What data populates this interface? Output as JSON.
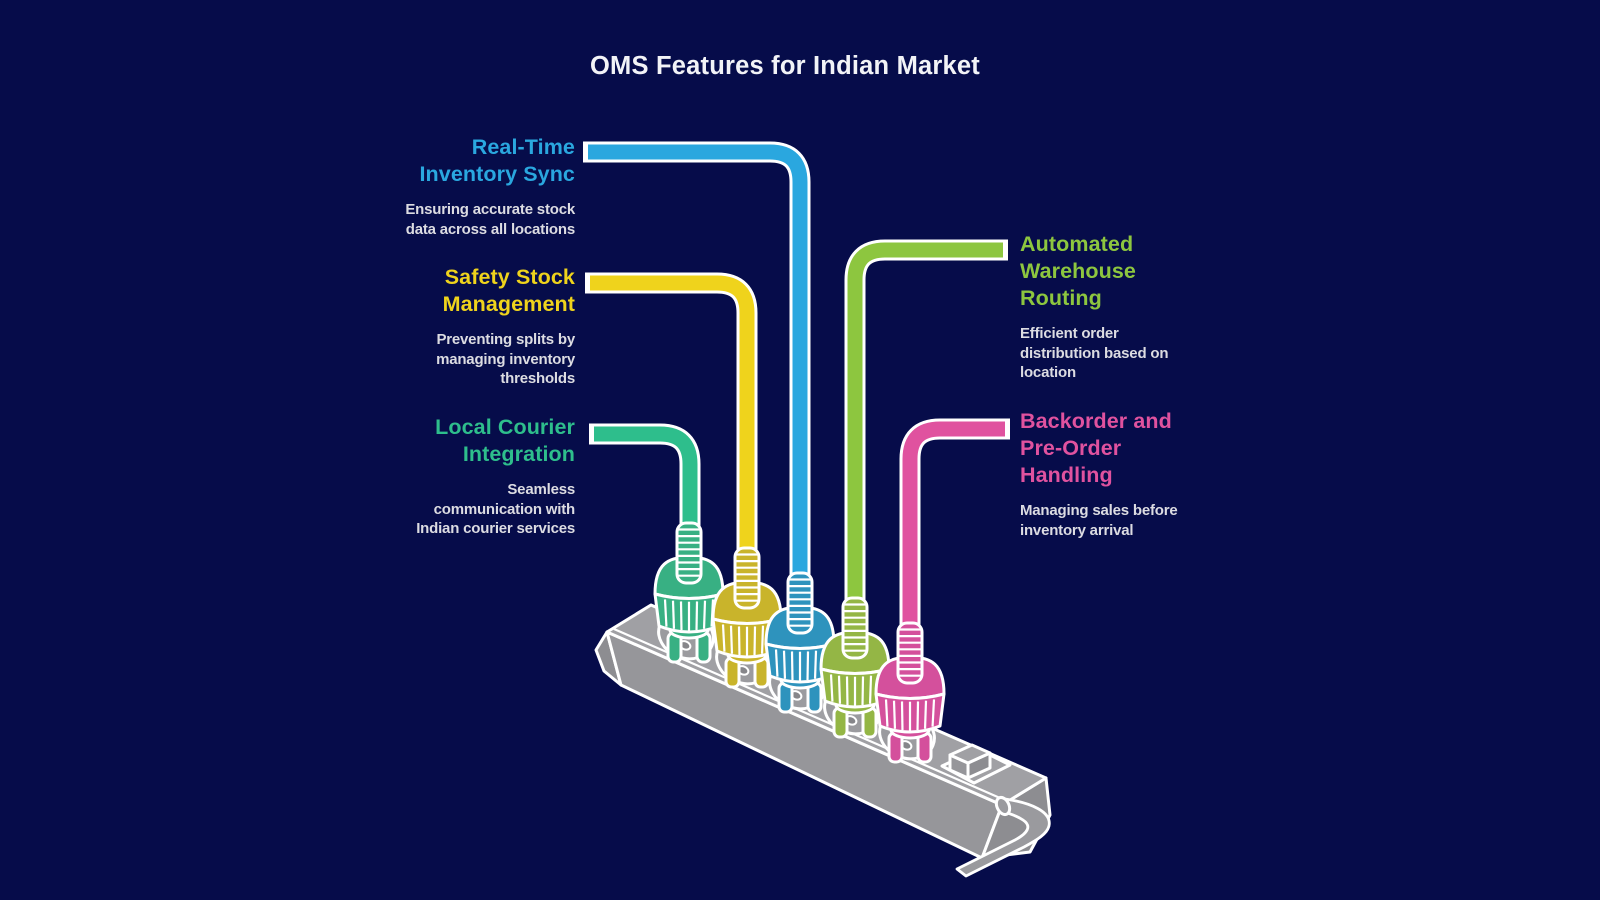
{
  "title": "OMS Features for Indian Market",
  "colors": {
    "background": "#060c4a",
    "title_text": "#f2f3f7",
    "description_text": "#dcdce2",
    "outline": "#ffffff",
    "strip_top": "#a0a0a4",
    "strip_front": "#96969a",
    "strip_side": "#8d8d91",
    "socket": "#9b9b9f",
    "socket_hole": "#86868a",
    "cord": "#9a9a9e"
  },
  "features": [
    {
      "id": "real-time-inventory-sync",
      "title": "Real-Time Inventory Sync",
      "title_lines": [
        "Real-Time",
        "Inventory Sync"
      ],
      "description": "Ensuring accurate stock data across all locations",
      "desc_lines": [
        "Ensuring accurate stock",
        "data across all locations"
      ],
      "color": "#2aa7df",
      "plug_color": "#2e93bd",
      "side": "left"
    },
    {
      "id": "safety-stock-management",
      "title": "Safety Stock Management",
      "title_lines": [
        "Safety Stock",
        "Management"
      ],
      "description": "Preventing splits by managing inventory thresholds",
      "desc_lines": [
        "Preventing splits by",
        "managing inventory",
        "thresholds"
      ],
      "color": "#efd31c",
      "plug_color": "#c9b42b",
      "side": "left"
    },
    {
      "id": "local-courier-integration",
      "title": "Local Courier Integration",
      "title_lines": [
        "Local Courier",
        "Integration"
      ],
      "description": "Seamless communication with Indian courier services",
      "desc_lines": [
        "Seamless",
        "communication with",
        "Indian courier services"
      ],
      "color": "#2ebe8c",
      "plug_color": "#38b083",
      "side": "left"
    },
    {
      "id": "automated-warehouse-routing",
      "title": "Automated Warehouse Routing",
      "title_lines": [
        "Automated",
        "Warehouse",
        "Routing"
      ],
      "description": "Efficient order distribution based on location",
      "desc_lines": [
        "Efficient order",
        "distribution based on",
        "location"
      ],
      "color": "#8dc63f",
      "plug_color": "#94b645",
      "side": "right"
    },
    {
      "id": "backorder-and-pre-order-handling",
      "title": "Backorder and Pre-Order Handling",
      "title_lines": [
        "Backorder and",
        "Pre-Order",
        "Handling"
      ],
      "description": "Managing sales before inventory arrival",
      "desc_lines": [
        "Managing sales before",
        "inventory arrival"
      ],
      "color": "#e0529f",
      "plug_color": "#d4509c",
      "side": "right"
    }
  ]
}
